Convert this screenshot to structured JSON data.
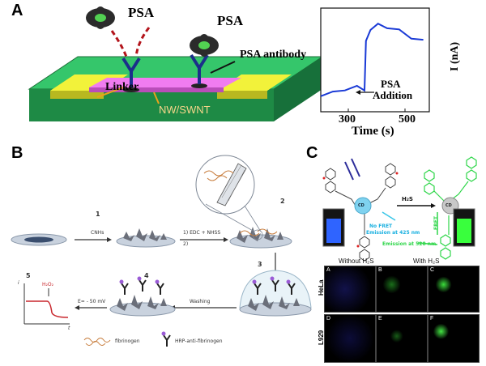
{
  "figure": {
    "panels": [
      "A",
      "B",
      "C"
    ],
    "panel_a": {
      "labels": {
        "psa_top": "PSA",
        "psa_right": "PSA",
        "psa_antibody": "PSA antibody",
        "linker": "Linker",
        "nw_swnt": "NW/SWNT"
      },
      "plot": {
        "ylabel": "I (nA)",
        "xlabel": "Time (s)",
        "xticks": [
          "300",
          "500"
        ],
        "annotation_line1": "PSA",
        "annotation_line2": "Addition"
      }
    },
    "panel_b": {
      "steps": [
        "1",
        "2",
        "3",
        "4",
        "5"
      ],
      "step1_label": "CNHs",
      "step2_line1": "1) EDC + NHSS",
      "step2_line2": "2)",
      "wash_label": "Washing",
      "potential_label": "E= - 50 mV",
      "h2o2_label": "H₂O₂",
      "legend_fibrinogen": "fibrinogen",
      "legend_antibody": "HRP-anti-fibrinogen",
      "axis_i": "i",
      "axis_t": "t"
    },
    "panel_c": {
      "h2s_label": "H₂S",
      "cd_label": "CD",
      "no_fret_line1": "No FRET",
      "no_fret_line2": "Emission at 425 nm",
      "fret_label": "FRET",
      "emission_528": "Emission at 528 nm",
      "without_label": "Without H₂S",
      "with_label": "With H₂S",
      "row_labels": [
        "HeLa",
        "L929"
      ],
      "cell_letters": [
        "A",
        "B",
        "C",
        "D",
        "E",
        "F"
      ]
    }
  },
  "chart_data": {
    "type": "line",
    "xlabel": "Time (s)",
    "ylabel": "I (nA)",
    "xticks": [
      "300",
      "500"
    ],
    "x": [
      200,
      240,
      280,
      320,
      345,
      350,
      365,
      390,
      420,
      460,
      500,
      540
    ],
    "values": [
      0.1,
      0.12,
      0.2,
      0.22,
      0.2,
      1.0,
      1.25,
      1.3,
      1.28,
      1.2,
      1.1,
      1.02
    ],
    "annotation": "PSA Addition"
  }
}
